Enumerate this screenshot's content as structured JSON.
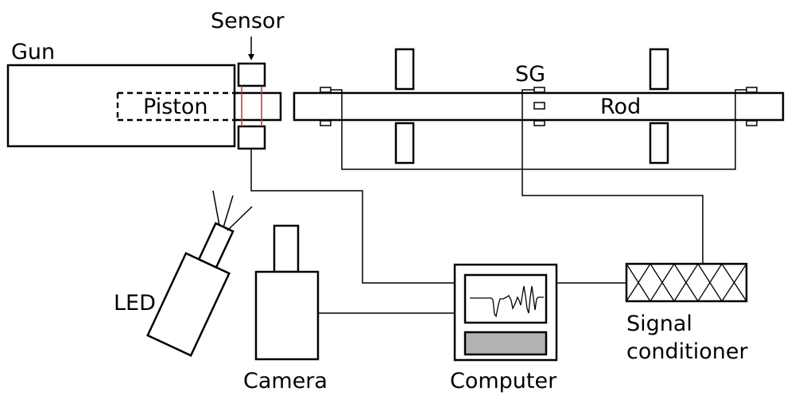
{
  "labels": {
    "gun": "Gun",
    "sensor": "Sensor",
    "piston": "Piston",
    "sg": "SG",
    "rod": "Rod",
    "led": "LED",
    "camera": "Camera",
    "computer": "Computer",
    "signal_conditioner_line1": "Signal",
    "signal_conditioner_line2": "conditioner"
  },
  "colors": {
    "line": "#000000",
    "sensor_beam": "#c0392b",
    "screen_panel": "#b3b3b3"
  }
}
